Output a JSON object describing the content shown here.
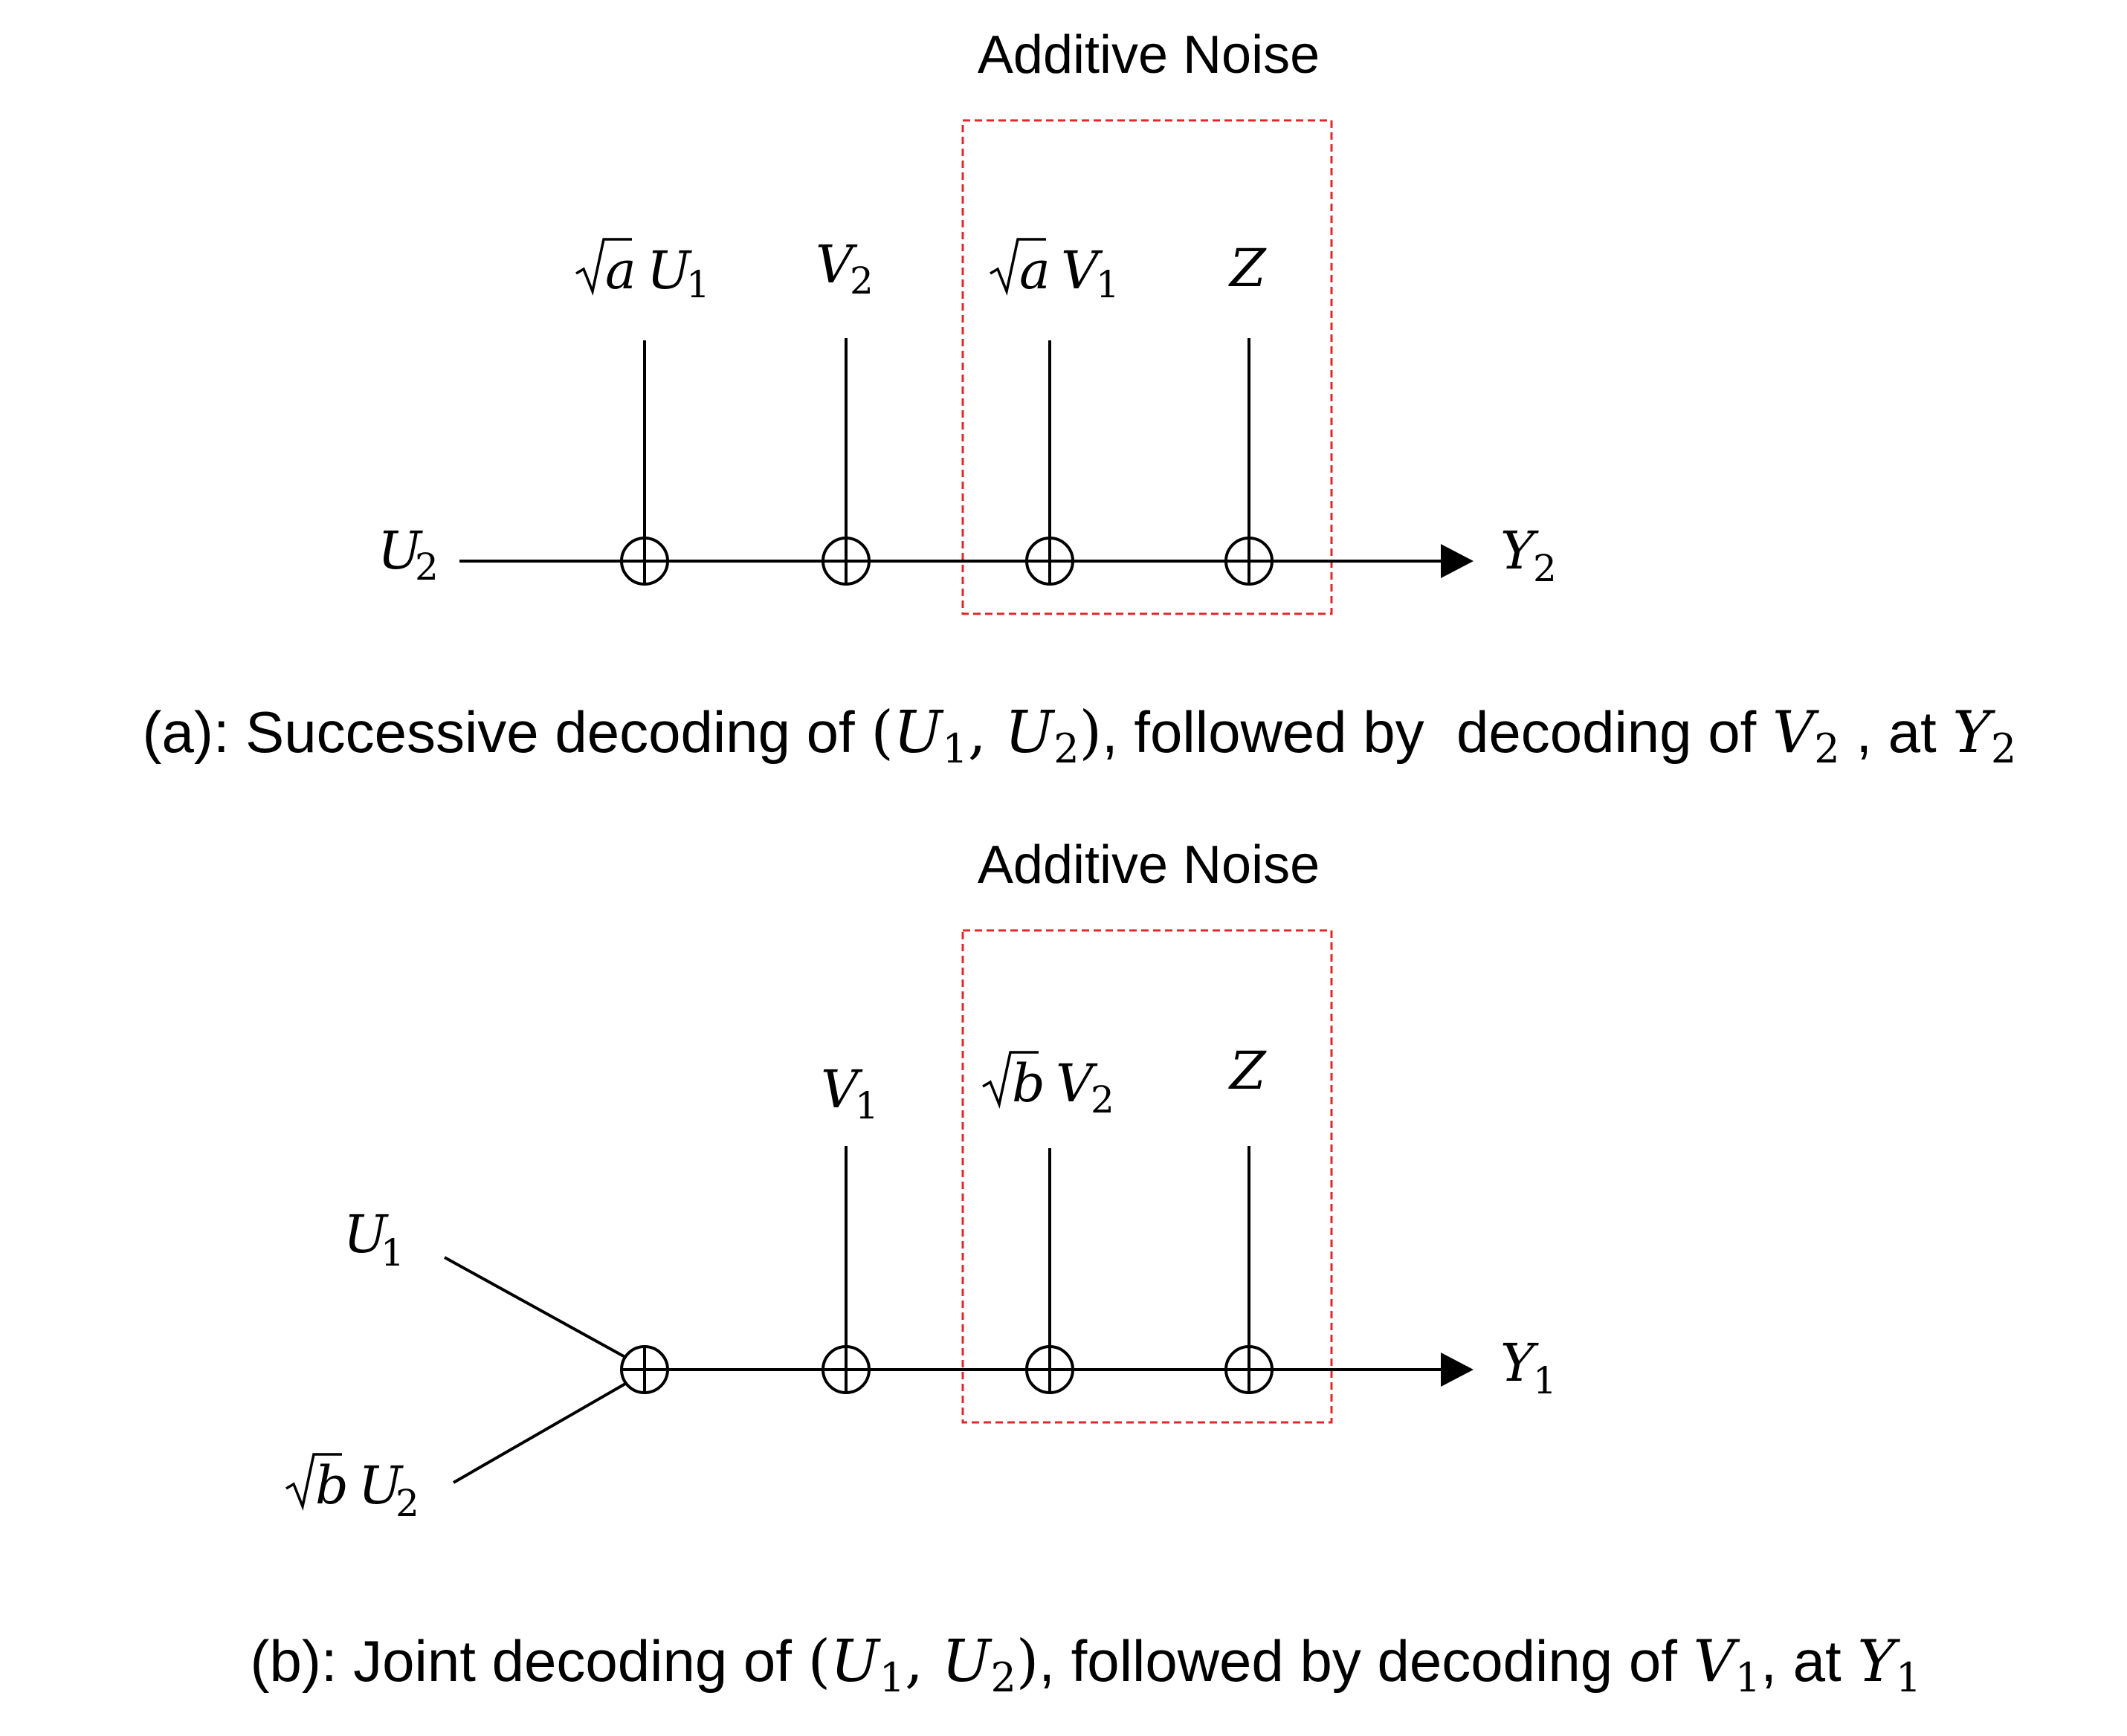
{
  "panel_a": {
    "noise_title": "Additive Noise",
    "inputs": [
      {
        "sqrt": "a",
        "var": "U",
        "sub": "1"
      },
      {
        "var": "V",
        "sub": "2"
      },
      {
        "sqrt": "a",
        "var": "V",
        "sub": "1"
      },
      {
        "var": "Z"
      }
    ],
    "source": {
      "var": "U",
      "sub": "2"
    },
    "output": {
      "var": "Y",
      "sub": "2"
    },
    "caption": {
      "lead": "(a): Successive decoding of ",
      "pair_open": "(",
      "pair_u1": "U",
      "pair_u1_sub": "1",
      "pair_comma": ", ",
      "pair_u2": "U",
      "pair_u2_sub": "2",
      "pair_close": ")",
      "mid": ", followed by  decoding of ",
      "dec_var": "V",
      "dec_sub": "2",
      "at": " , at ",
      "at_var": "Y",
      "at_sub": "2"
    }
  },
  "panel_b": {
    "noise_title": "Additive Noise",
    "inputs": [
      {
        "var": "V",
        "sub": "1"
      },
      {
        "sqrt": "b",
        "var": "V",
        "sub": "2"
      },
      {
        "var": "Z"
      }
    ],
    "sources": [
      {
        "var": "U",
        "sub": "1"
      },
      {
        "sqrt": "b",
        "var": "U",
        "sub": "2"
      }
    ],
    "output": {
      "var": "Y",
      "sub": "1"
    },
    "caption": {
      "lead": "(b): Joint decoding of ",
      "pair_open": "(",
      "pair_u1": "U",
      "pair_u1_sub": "1",
      "pair_comma": ", ",
      "pair_u2": "U",
      "pair_u2_sub": "2",
      "pair_close": ")",
      "mid": ", followed by decoding of ",
      "dec_var": "V",
      "dec_sub": "1",
      "at": ", at ",
      "at_var": "Y",
      "at_sub": "1"
    }
  },
  "colors": {
    "line": "#000000",
    "noise_box": "#e0282a"
  }
}
